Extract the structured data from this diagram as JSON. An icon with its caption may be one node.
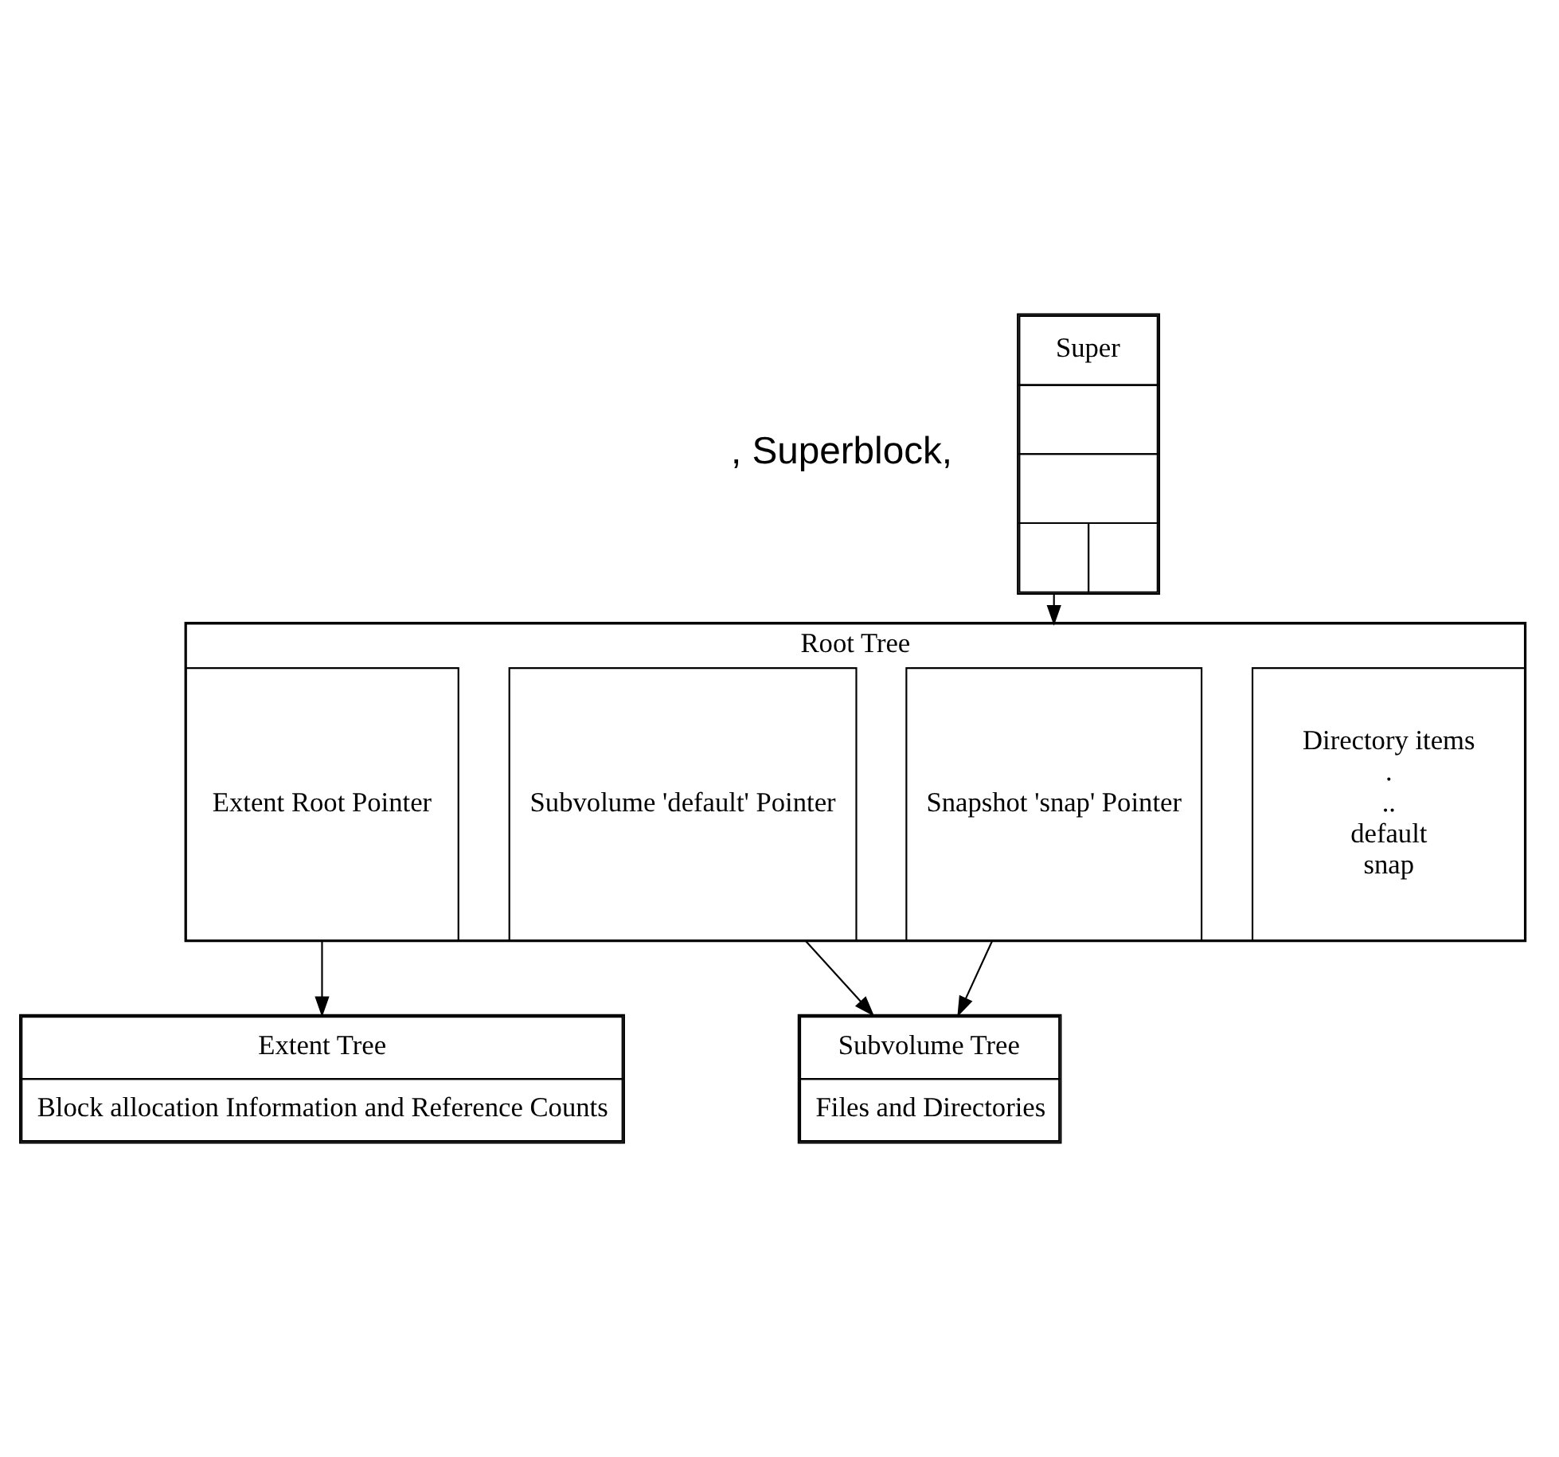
{
  "diagram": {
    "nodes": [
      {
        "text": [
          "Super"
        ]
      },
      {
        "text": [
          "Root Tree"
        ]
      },
      {
        "text": [
          "Extent Root Pointer"
        ],
        "in": 1
      },
      {
        "text": [
          "Subvolume 'default' Pointer"
        ],
        "in": 1
      },
      {
        "text": [
          "Snapshot 'snap' Pointer"
        ],
        "in": 1
      },
      {
        "text": [
          "Directory items",
          ".",
          "..",
          "default",
          "snap"
        ],
        "in": 1
      },
      {
        "text": [
          "Extent Tree",
          "Block allocation Information and Reference Counts"
        ]
      },
      {
        "text": [
          "Subvolume Tree",
          "Files and Directories"
        ]
      }
    ],
    "edges": [
      {
        "from": 0,
        "to": 1,
        "arrow": "to"
      },
      {
        "from": 2,
        "to": 6,
        "arrow": "to"
      },
      {
        "from": 3,
        "to": 7,
        "arrow": "to"
      },
      {
        "from": 4,
        "to": 7,
        "arrow": "to"
      }
    ],
    "labels": [
      ", Superblock,"
    ]
  }
}
